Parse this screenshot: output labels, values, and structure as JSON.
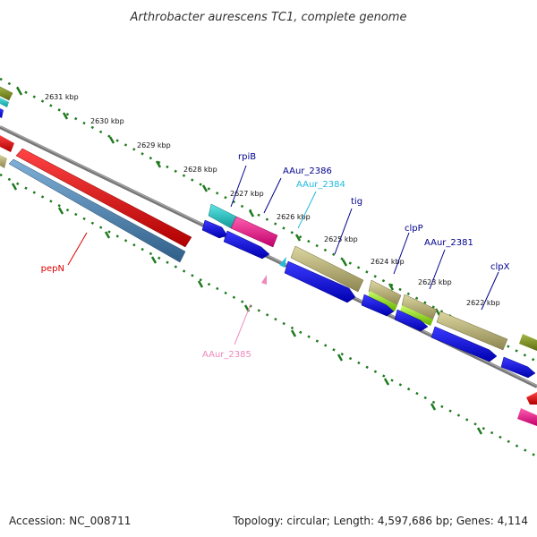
{
  "title": "Arthrobacter aurescens TC1, complete genome",
  "footer": {
    "accession": "Accession: NC_008711",
    "summary": "Topology: circular; Length: 4,597,686 bp; Genes: 4,114"
  },
  "scale": [
    "2631 kbp",
    "2630 kbp",
    "2629 kbp",
    "2628 kbp",
    "2627 kbp",
    "2626 kbp",
    "2625 kbp",
    "2624 kbp",
    "2623 kbp",
    "2622 kbp"
  ],
  "genes": [
    {
      "name": "pepN",
      "color": "#dd0000"
    },
    {
      "name": "rpiB",
      "color": "#00008b"
    },
    {
      "name": "AAur_2386",
      "color": "#00008b"
    },
    {
      "name": "AAur_2384",
      "color": "#22bbdd"
    },
    {
      "name": "tig",
      "color": "#00008b"
    },
    {
      "name": "clpP",
      "color": "#00008b"
    },
    {
      "name": "AAur_2381",
      "color": "#00008b"
    },
    {
      "name": "clpX",
      "color": "#00008b"
    },
    {
      "name": "AAur_2385",
      "color": "#ee88bb"
    }
  ],
  "colors": {
    "backbone": "#888888",
    "tick": "#1e7a1e",
    "red": "#ee1111",
    "steel": "#4a80b0",
    "blue": "#1010ee",
    "cyan": "#22cccc",
    "pink": "#ff1493",
    "khaki": "#c0b878",
    "lime": "#99ee22",
    "olive": "#8a9a30"
  }
}
